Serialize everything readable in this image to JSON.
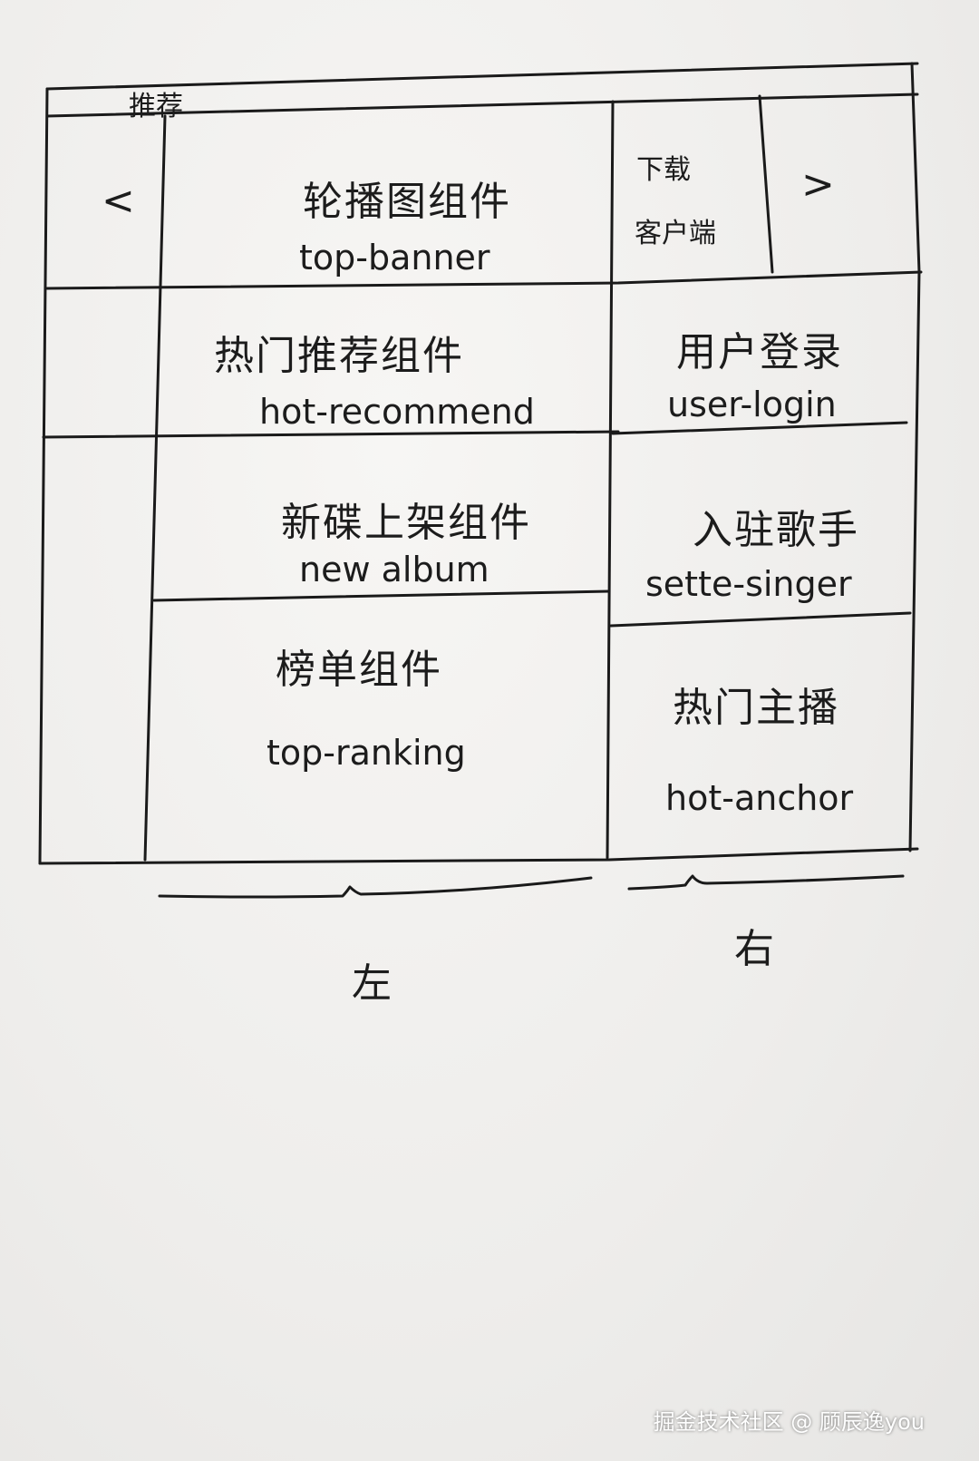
{
  "header": {
    "label": "推荐"
  },
  "left": {
    "prev_arrow": "<",
    "banner": {
      "title": "轮播图组件",
      "id": "top-banner"
    },
    "hot_recommend": {
      "title": "热门推荐组件",
      "id": "hot-recommend"
    },
    "new_album": {
      "title": "新碟上架组件",
      "id": "new album"
    },
    "top_ranking": {
      "title": "榜单组件",
      "id": "top-ranking"
    },
    "caption": "左"
  },
  "right": {
    "download": {
      "line1": "下载",
      "line2": "客户端"
    },
    "next_arrow": ">",
    "user_login": {
      "title": "用户登录",
      "id": "user-login"
    },
    "settle_singer": {
      "title": "入驻歌手",
      "id": "sette-singer"
    },
    "hot_anchor": {
      "title": "热门主播",
      "id": "hot-anchor"
    },
    "caption": "右"
  },
  "watermark": "掘金技术社区 @ 顾辰逸you"
}
